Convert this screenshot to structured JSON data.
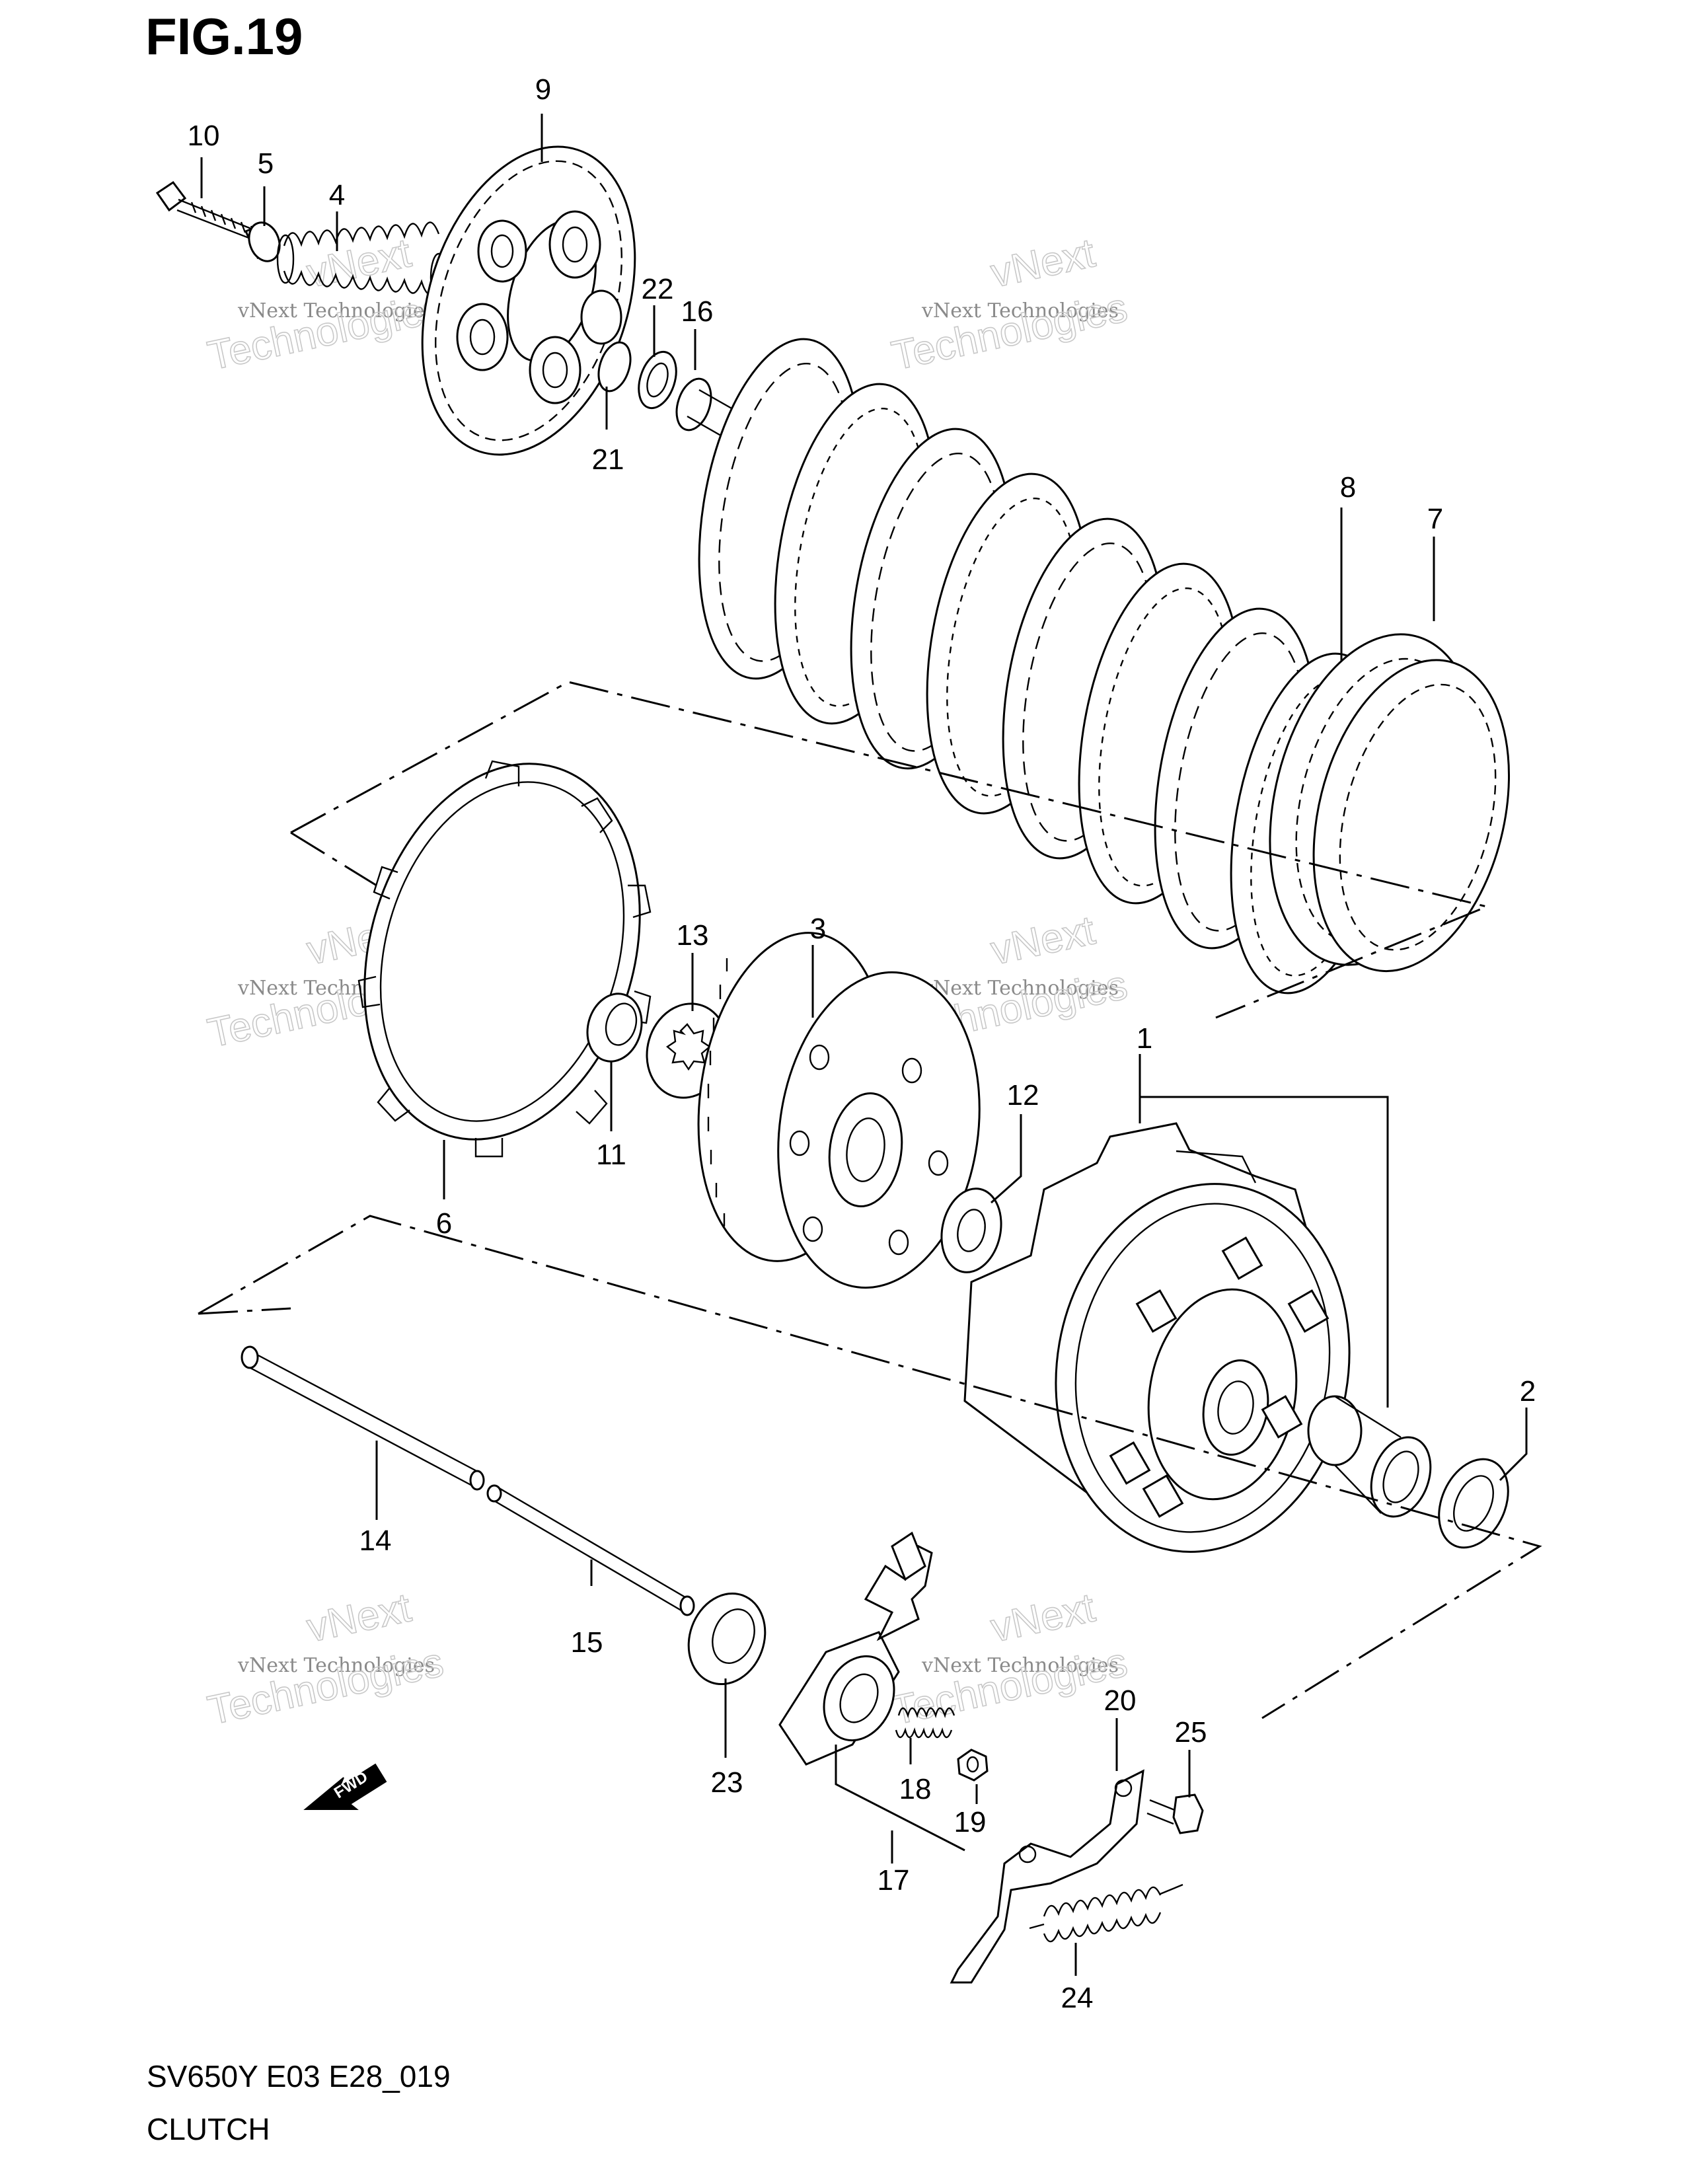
{
  "figure": {
    "title": "FIG.19",
    "model_code": "SV650Y E03 E28_019",
    "section_name": "CLUTCH",
    "fwd_label": "FWD"
  },
  "watermark": {
    "line1": "vNext Technologies",
    "line2": "vNext",
    "line3": "Technologies"
  },
  "parts": [
    {
      "id": "part-1",
      "label": "1"
    },
    {
      "id": "part-2",
      "label": "2"
    },
    {
      "id": "part-3",
      "label": "3"
    },
    {
      "id": "part-4",
      "label": "4"
    },
    {
      "id": "part-5",
      "label": "5"
    },
    {
      "id": "part-6",
      "label": "6"
    },
    {
      "id": "part-7",
      "label": "7"
    },
    {
      "id": "part-8",
      "label": "8"
    },
    {
      "id": "part-9",
      "label": "9"
    },
    {
      "id": "part-10",
      "label": "10"
    },
    {
      "id": "part-11",
      "label": "11"
    },
    {
      "id": "part-12",
      "label": "12"
    },
    {
      "id": "part-13",
      "label": "13"
    },
    {
      "id": "part-14",
      "label": "14"
    },
    {
      "id": "part-15",
      "label": "15"
    },
    {
      "id": "part-16",
      "label": "16"
    },
    {
      "id": "part-17",
      "label": "17"
    },
    {
      "id": "part-18",
      "label": "18"
    },
    {
      "id": "part-19",
      "label": "19"
    },
    {
      "id": "part-20",
      "label": "20"
    },
    {
      "id": "part-21",
      "label": "21"
    },
    {
      "id": "part-22",
      "label": "22"
    },
    {
      "id": "part-23",
      "label": "23"
    },
    {
      "id": "part-24",
      "label": "24"
    },
    {
      "id": "part-25",
      "label": "25"
    }
  ]
}
